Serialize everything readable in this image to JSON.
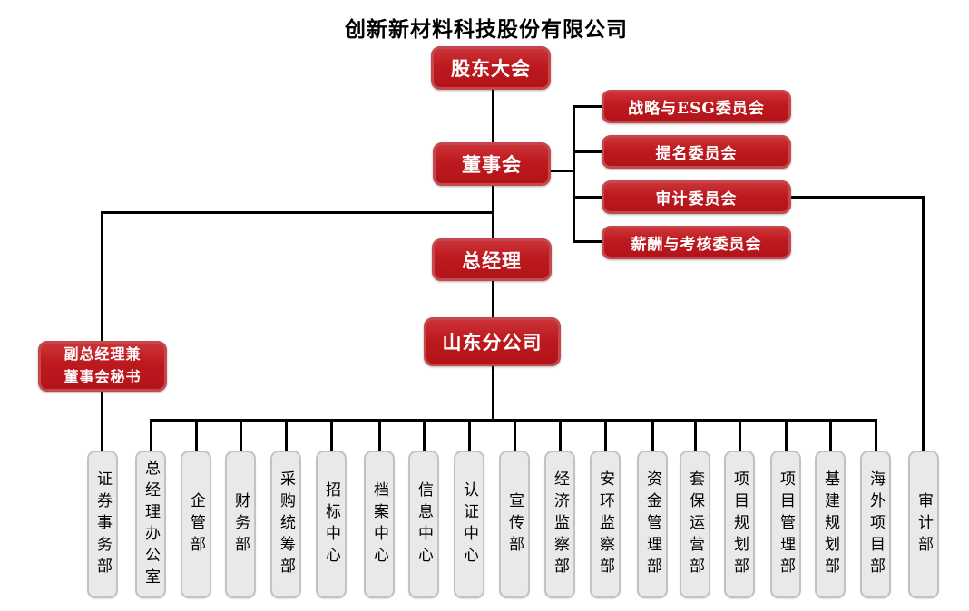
{
  "title": "创新新材料科技股份有限公司",
  "nodes": {
    "shareholders": "股东大会",
    "board": "董事会",
    "general_manager": "总经理",
    "shandong_branch": "山东分公司",
    "deputy_gm": {
      "line1": "副总经理兼",
      "line2": "董事会秘书"
    }
  },
  "committees": [
    "战略与ESG委员会",
    "提名委员会",
    "审计委员会",
    "薪酬与考核委员会"
  ],
  "departments": [
    "证券事务部",
    "总经理办公室",
    "企管部",
    "财务部",
    "采购统筹部",
    "招标中心",
    "档案中心",
    "信息中心",
    "认证中心",
    "宣传部",
    "经济监察部",
    "安环监察部",
    "资金管理部",
    "套保运营部",
    "项目规划部",
    "项目管理部",
    "基建规划部",
    "海外项目部",
    "审计部"
  ],
  "colors": {
    "node_red": "#BE191E",
    "node_red_border": "#C4484C",
    "node_text": "#FFFFFF",
    "dept_fill": "#E9E9E9",
    "dept_border": "#C3C3C3",
    "connector": "#000000",
    "title_text": "#000000"
  }
}
